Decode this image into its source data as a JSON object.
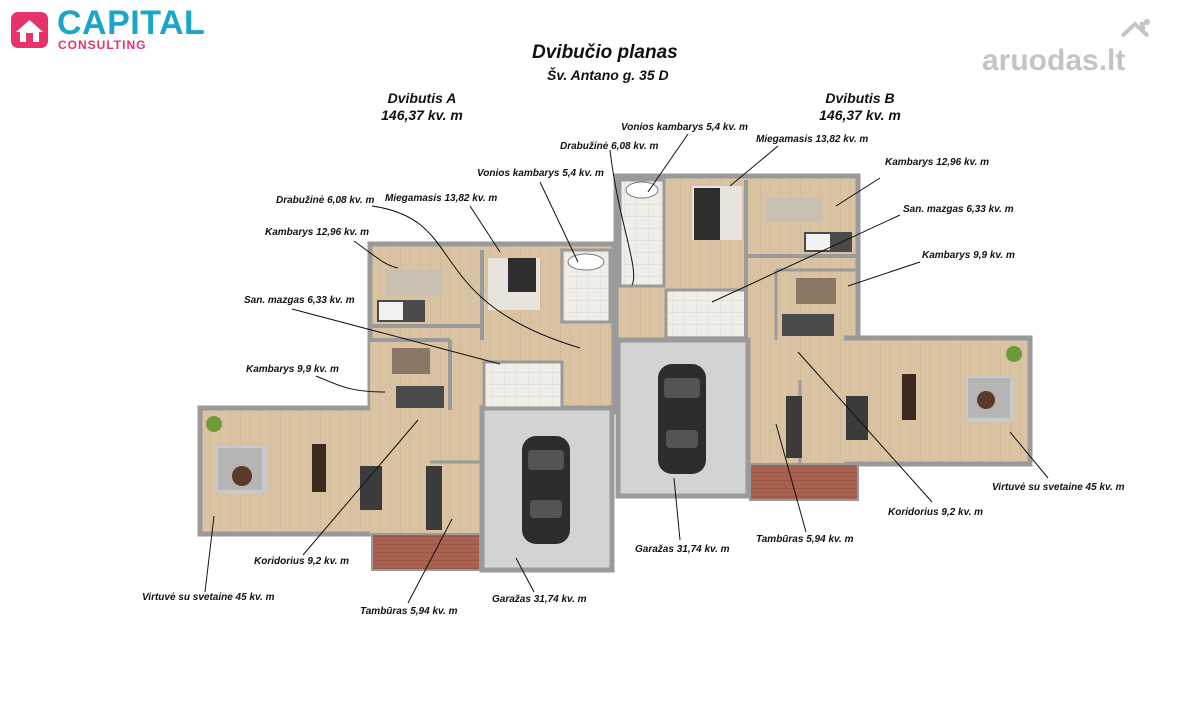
{
  "logo": {
    "name": "CAPITAL",
    "tagline": "CONSULTING",
    "brand_color": "#1aa6c9",
    "accent_color": "#e8326a"
  },
  "watermark": {
    "text": "aruodas.lt"
  },
  "plan": {
    "title": "Dvibučio planas",
    "address": "Šv. Antano g. 35 D"
  },
  "unit_a": {
    "name": "Dvibutis A",
    "area": "146,37 kv. m"
  },
  "unit_b": {
    "name": "Dvibutis B",
    "area": "146,37 kv. m"
  },
  "rooms_a": {
    "drabuzine": "Drabužinė 6,08 kv. m",
    "miegamasis": "Miegamasis 13,82 kv. m",
    "vonios": "Vonios kambarys 5,4 kv. m",
    "kambarys_1296": "Kambarys 12,96 kv. m",
    "san_mazgas": "San. mazgas 6,33 kv. m",
    "kambarys_99": "Kambarys 9,9 kv. m",
    "koridorius": "Koridorius 9,2 kv. m",
    "virtuve": "Virtuvė su svetaine 45 kv. m",
    "tamburas": "Tambūras 5,94 kv. m",
    "garazas": "Garažas 31,74 kv. m"
  },
  "rooms_b": {
    "vonios": "Vonios kambarys 5,4 kv. m",
    "drabuzine": "Drabužinė 6,08 kv. m",
    "miegamasis": "Miegamasis 13,82 kv. m",
    "kambarys_1296": "Kambarys 12,96 kv. m",
    "san_mazgas": "San. mazgas 6,33 kv. m",
    "kambarys_99": "Kambarys 9,9 kv. m",
    "koridorius": "Koridorius 9,2 kv. m",
    "virtuve": "Virtuvė su svetaine 45 kv. m",
    "tamburas": "Tambūras 5,94 kv. m",
    "garazas": "Garažas 31,74 kv. m"
  },
  "colors": {
    "wall": "#9a9a9a",
    "wood_floor": "#dac3a3",
    "tile_floor": "#ecebe6",
    "garage_floor": "#d3d3d3",
    "terrace": "#a8614f",
    "car": "#2d2d2d",
    "leader": "#111111"
  }
}
